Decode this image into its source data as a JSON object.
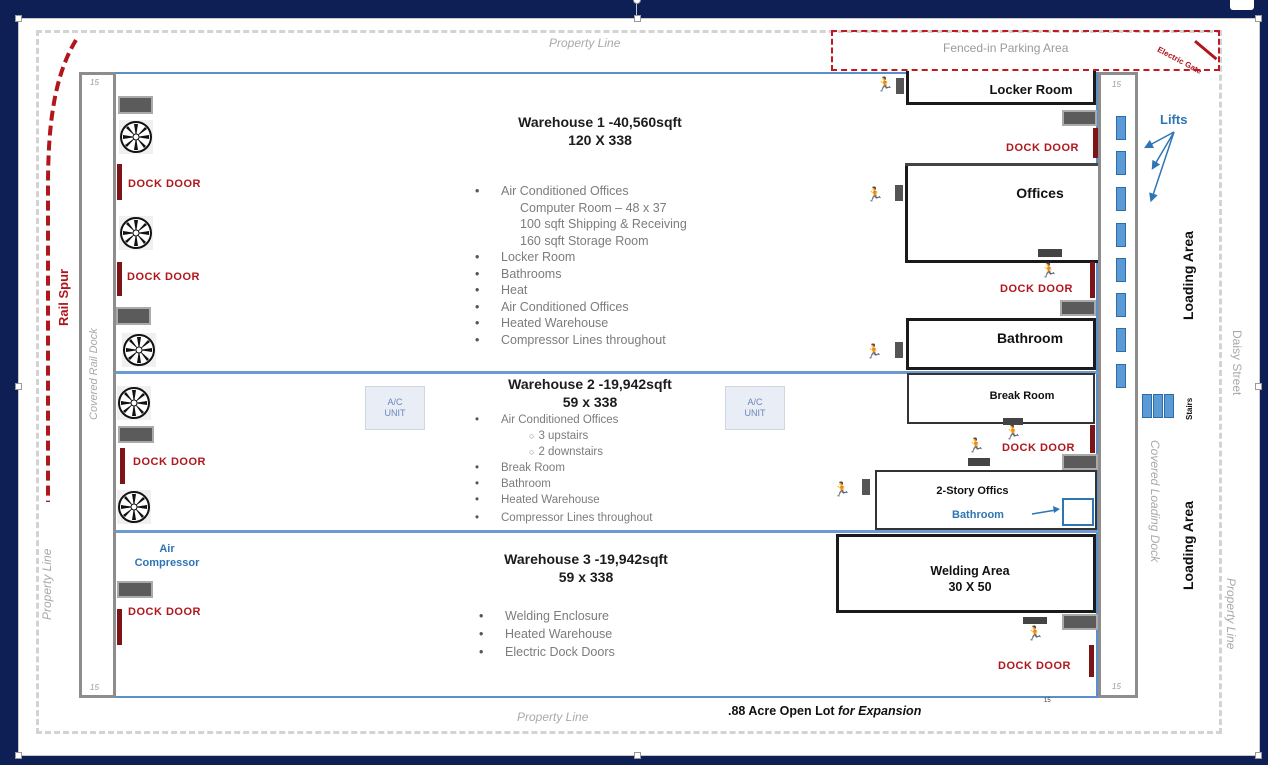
{
  "labels": {
    "property_line": "Property Line",
    "fenced_parking": "Fenced-in Parking Area",
    "electric_gate": "Electric Gate",
    "rail_spur": "Rail Spur",
    "covered_rail_dock": "Covered Rail Dock",
    "covered_loading_dock": "Covered Loading Dock",
    "loading_area": "Loading Area",
    "daisy_street": "Daisy Street",
    "lifts": "Lifts",
    "stairs": "Stairs",
    "open_lot_prefix": ".88 Acre Open Lot ",
    "open_lot_suffix": "for Expansion",
    "dock_door": "DOCK DOOR",
    "air_compressor_1": "Air",
    "air_compressor_2": "Compressor",
    "ac_unit_1": "A/C",
    "ac_unit_2": "UNIT",
    "num_15": "15"
  },
  "warehouse1": {
    "title": "Warehouse 1 -40,560sqft",
    "size": "120 X 338",
    "items": [
      "Air Conditioned Offices"
    ],
    "subitems": [
      "Computer Room – 48 x 37",
      "100 sqft Shipping & Receiving",
      "160 sqft Storage Room"
    ],
    "items2": [
      "Locker Room",
      "Bathrooms",
      "Heat",
      "Air Conditioned Offices",
      "Heated Warehouse",
      "Compressor Lines throughout"
    ]
  },
  "warehouse2": {
    "title": "Warehouse 2 -19,942sqft",
    "size": "59 x 338",
    "items": [
      "Air Conditioned Offices"
    ],
    "subitems": [
      "3 upstairs",
      "2 downstairs"
    ],
    "items2": [
      "Break Room",
      "Bathroom",
      "Heated Warehouse",
      "Compressor Lines throughout"
    ]
  },
  "warehouse3": {
    "title": "Warehouse 3 -19,942sqft",
    "size": "59 x 338",
    "items": [
      "Welding Enclosure",
      "Heated Warehouse",
      "Electric Dock Doors"
    ]
  },
  "rooms": {
    "locker_room": "Locker Room",
    "offices": "Offices",
    "bathroom": "Bathroom",
    "break_room": "Break Room",
    "two_story": "2-Story Offics",
    "bathroom_small": "Bathroom",
    "welding_area": "Welding Area",
    "welding_size": "30 X 50"
  },
  "colors": {
    "background": "#0d1f55",
    "dock_red": "#b0171d",
    "accent_blue": "#2e75b6",
    "building_line": "#5a8fcb"
  }
}
